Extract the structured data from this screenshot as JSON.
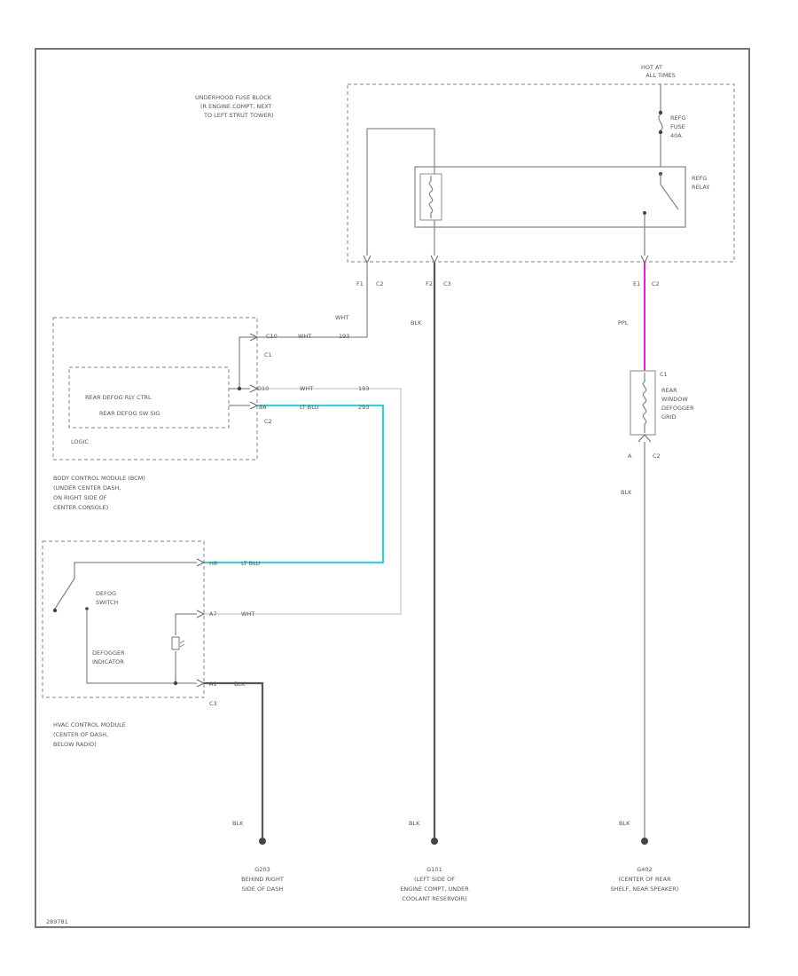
{
  "fuse_block": {
    "hot_at": [
      "HOT AT",
      "ALL TIMES"
    ],
    "title_lines": [
      "UNDERHOOD FUSE BLOCK",
      "(R ENGINE COMPT, NEXT",
      "TO LEFT STRUT TOWER)"
    ],
    "fuse_lines": [
      "REFG",
      "FUSE",
      "40A"
    ],
    "relay_lines": [
      "REFG",
      "RELAY"
    ],
    "pins": {
      "f1": "F1",
      "f1_c": "C2",
      "f2": "F2",
      "f2_c": "C3",
      "e1": "E1",
      "e1_c": "C2"
    }
  },
  "bcm": {
    "wire_label_top": "WHT",
    "pin1": "C10",
    "pin1_wire": "WHT",
    "pin1_circuit": "193",
    "c1": "C1",
    "pin2": "D10",
    "pin2_wire": "WHT",
    "pin2_circuit": "193",
    "pin3": "B6",
    "pin3_wire": "LT BLU",
    "pin3_circuit": "293",
    "c2": "C2",
    "inner_title": "REAR DEFOG RLY CTRL",
    "inner_sub": "REAR DEFOG SW SIG",
    "logic": "LOGIC",
    "title_lines": [
      "BODY CONTROL MODULE (BCM)",
      "(UNDER CENTER DASH,",
      "ON RIGHT SIDE OF",
      "CENTER CONSOLE)"
    ]
  },
  "hvac": {
    "pin_h8": "H8",
    "h8_wire": "LT BLU",
    "pin_a7": "A7",
    "a7_wire": "WHT",
    "switch_lines": [
      "DEFOG",
      "SWITCH"
    ],
    "indicator_lines": [
      "DEFOGGER",
      "INDICATOR"
    ],
    "pin_a1": "A1",
    "a1_wire": "BLK",
    "c3": "C3",
    "title_lines": [
      "HVAC CONTROL MODULE",
      "(CENTER OF DASH,",
      "BELOW RADIO)"
    ]
  },
  "wires": {
    "blk_center": "BLK",
    "ppl": "PPL",
    "blk_right": "BLK",
    "blk_left_bottom": "BLK",
    "blk_center_bottom": "BLK",
    "blk_right_bottom": "BLK"
  },
  "grid": {
    "pin_top": "C1",
    "lines": [
      "REAR",
      "WINDOW",
      "DEFOGGER",
      "GRID"
    ],
    "pin_bottom": "A",
    "pin_bottom_c": "C2"
  },
  "grounds": {
    "g1": {
      "id": "G203",
      "lines": [
        "BEHIND RIGHT",
        "SIDE OF DASH"
      ]
    },
    "g2": {
      "id": "G101",
      "lines": [
        "(LEFT SIDE OF",
        "ENGINE COMPT, UNDER",
        "COOLANT RESERVOIR)"
      ]
    },
    "g3": {
      "id": "G402",
      "lines": [
        "(CENTER OF REAR",
        "SHELF, NEAR SPEAKER)"
      ]
    }
  },
  "footer_code": "289781",
  "colors": {
    "lt_blu_wire": "#00d2e6",
    "ppl_wire": "#e600e6",
    "blk_wire": "#555555",
    "wht_wire": "#c8c8c8"
  }
}
